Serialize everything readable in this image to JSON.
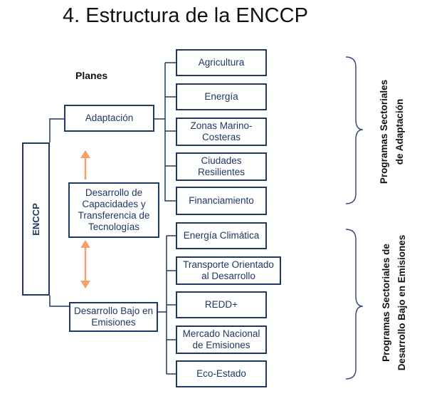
{
  "title": "4. Estructura de la ENCCP",
  "planes_label": "Planes",
  "root": {
    "label": "ENCCP"
  },
  "plans": {
    "adaptacion": "Adaptación",
    "capacidades": "Desarrollo de Capacidades y Transferencia de Tecnologías",
    "emisiones": "Desarrollo Bajo en Emisiones"
  },
  "adaptation_programs": [
    "Agricultura",
    "Energía",
    "Zonas Marino-Costeras",
    "Ciudades Resilientes",
    "Financiamiento"
  ],
  "emission_programs": [
    "Energía Climática",
    "Transporte Orientado al Desarrollo",
    "REDD+",
    "Mercado Nacional de Emisiones",
    "Eco-Estado"
  ],
  "group_labels": {
    "adaptation": "Programas Sectoriales\nde Adaptación",
    "emissions": "Programas Sectoriales de\nDesarrollo Bajo en Emisiones"
  },
  "colors": {
    "box_border": "#1f3864",
    "arrow": "#f4a06b",
    "brace": "#3b4a7a"
  }
}
